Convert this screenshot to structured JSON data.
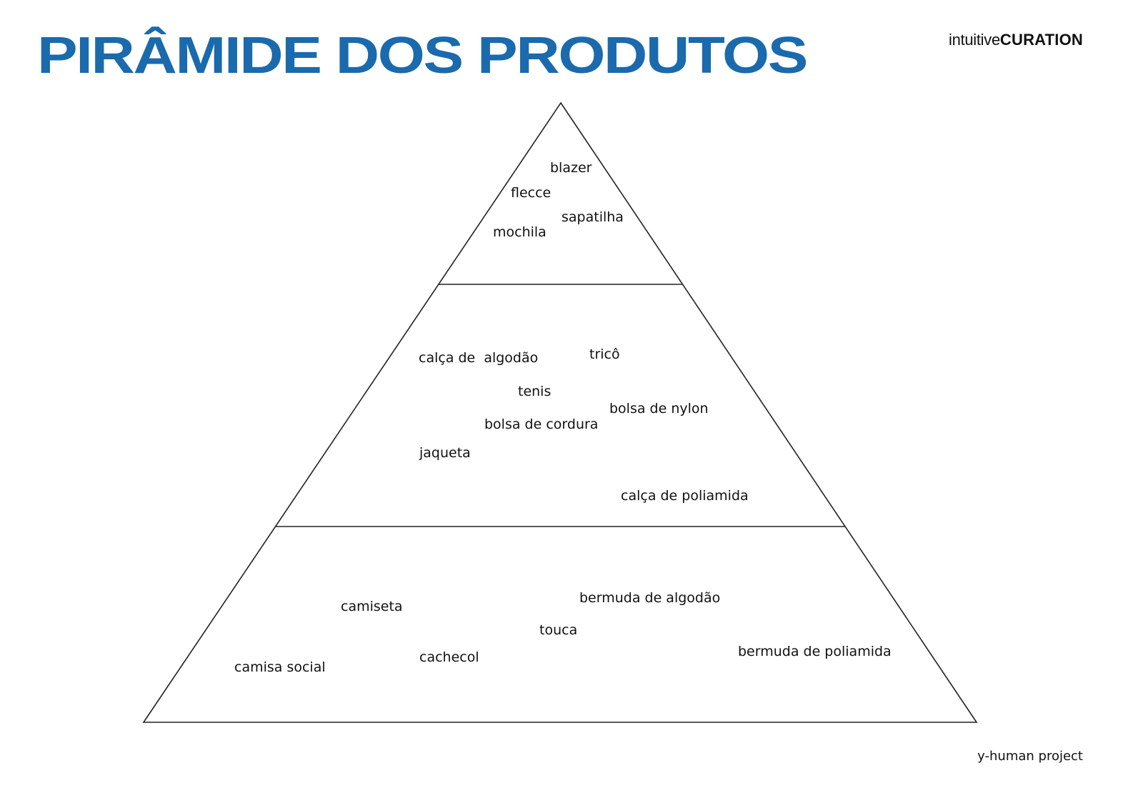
{
  "header": {
    "title": "PIRÂMIDE DOS PRODUTOS",
    "title_color": "#1a6aad",
    "brand_light": "intuitive",
    "brand_bold": "CURATION"
  },
  "pyramid": {
    "top_tier": {
      "items": [
        "blazer",
        "flecce",
        "sapatilha",
        "mochila"
      ]
    },
    "middle_tier": {
      "items": [
        "calça de  algodão",
        "tricô",
        "tenis",
        "bolsa de nylon",
        "bolsa de cordura",
        "jaqueta",
        "calça de poliamida"
      ]
    },
    "bottom_tier": {
      "items": [
        "bermuda de algodão",
        "camiseta",
        "touca",
        "cachecol",
        "bermuda de poliamida",
        "camisa social"
      ]
    }
  },
  "footer": {
    "credit": "y-human project"
  }
}
